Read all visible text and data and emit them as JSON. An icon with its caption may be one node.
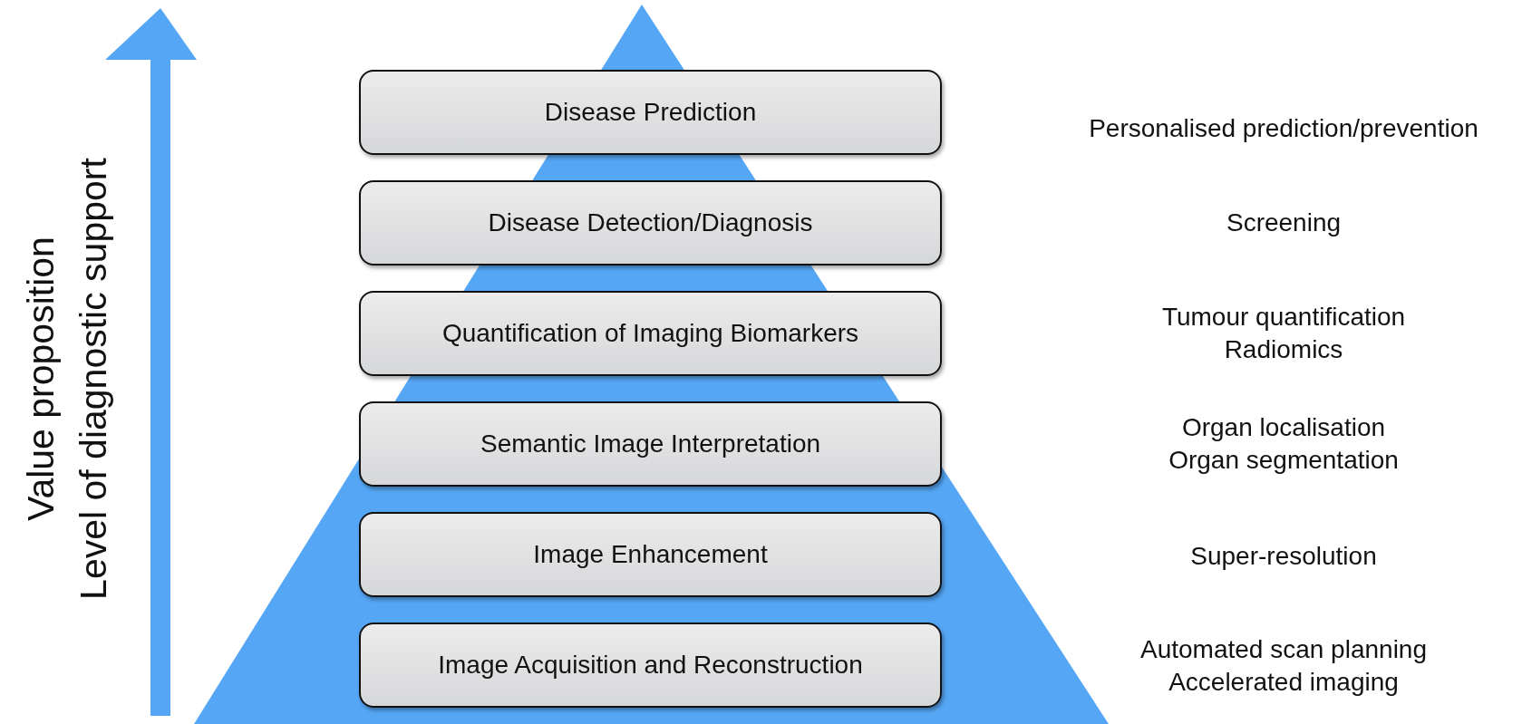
{
  "diagram": {
    "nodes": [
      {
        "text": [
          "Disease Prediction"
        ]
      },
      {
        "text": [
          "Disease Detection/Diagnosis"
        ]
      },
      {
        "text": [
          "Quantification of Imaging Biomarkers"
        ]
      },
      {
        "text": [
          "Semantic Image Interpretation"
        ]
      },
      {
        "text": [
          "Image Enhancement"
        ]
      },
      {
        "text": [
          "Image Acquisition and Reconstruction"
        ]
      }
    ],
    "labels": [
      "Value proposition",
      "Level of diagnostic support",
      "Personalised prediction/prevention",
      "Screening",
      "Tumour quantification",
      "Radiomics",
      "Organ localisation",
      "Organ segmentation",
      "Super-resolution",
      "Automated scan planning",
      "Accelerated imaging"
    ]
  }
}
